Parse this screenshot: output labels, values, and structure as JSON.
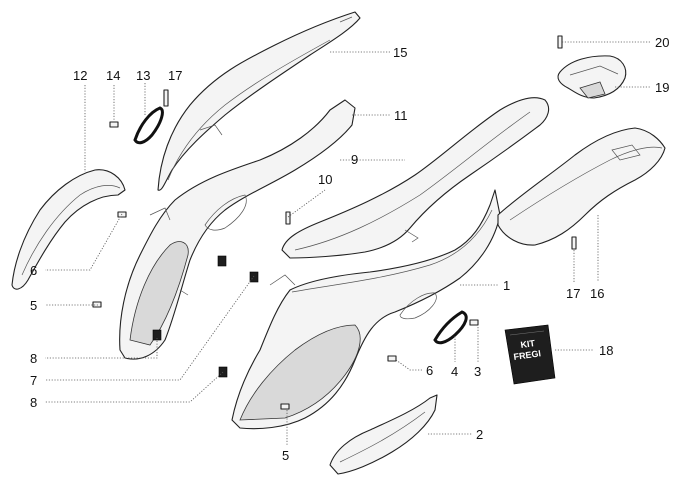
{
  "callouts": {
    "c1": "1",
    "c2": "2",
    "c3": "3",
    "c4": "4",
    "c5a": "5",
    "c5b": "5",
    "c6a": "6",
    "c6b": "6",
    "c7": "7",
    "c8a": "8",
    "c8b": "8",
    "c9": "9",
    "c10": "10",
    "c11": "11",
    "c12": "12",
    "c13": "13",
    "c14": "14",
    "c15": "15",
    "c16": "16",
    "c17a": "17",
    "c17b": "17",
    "c18": "18",
    "c19": "19",
    "c20": "20"
  },
  "kit_bag": {
    "line1": "KIT",
    "line2": "FREGI"
  }
}
